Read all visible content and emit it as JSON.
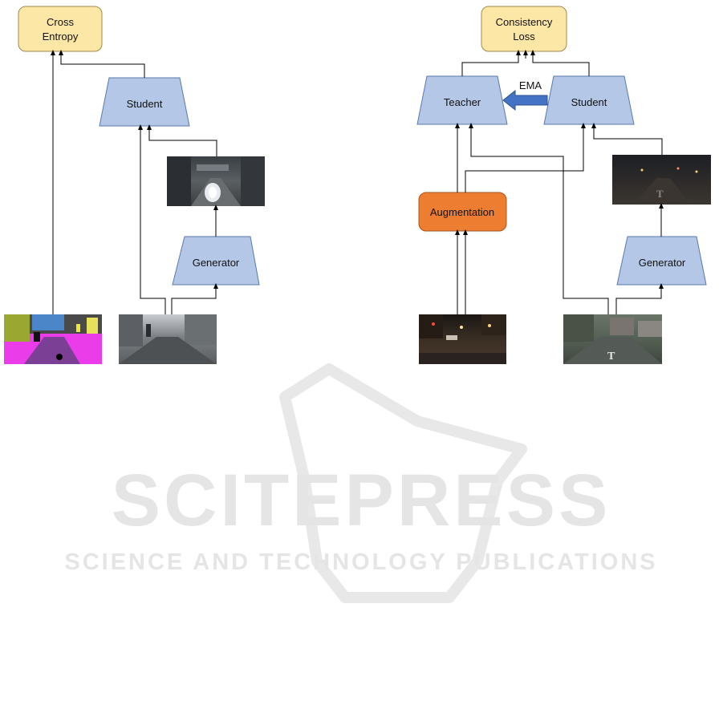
{
  "colors": {
    "box_fill": "#fde7a6",
    "box_stroke": "#a08a4a",
    "trap_fill": "#b4c7e7",
    "trap_stroke": "#5a79ae",
    "aug_fill": "#ed7d31",
    "aug_stroke": "#a9541a",
    "ema_arrow": "#4472c4",
    "watermark": "#e3e3e3",
    "line": "#000000"
  },
  "left": {
    "loss_label_line1": "Cross",
    "loss_label_line2": "Entropy",
    "student_label": "Student",
    "generator_label": "Generator"
  },
  "right": {
    "loss_label_line1": "Consistency",
    "loss_label_line2": "Loss",
    "teacher_label": "Teacher",
    "student_label": "Student",
    "ema_label": "EMA",
    "augmentation_label": "Augmentation",
    "generator_label": "Generator"
  },
  "watermark": {
    "main": "SCITEPRESS",
    "sub": "SCIENCE AND TECHNOLOGY PUBLICATIONS"
  }
}
